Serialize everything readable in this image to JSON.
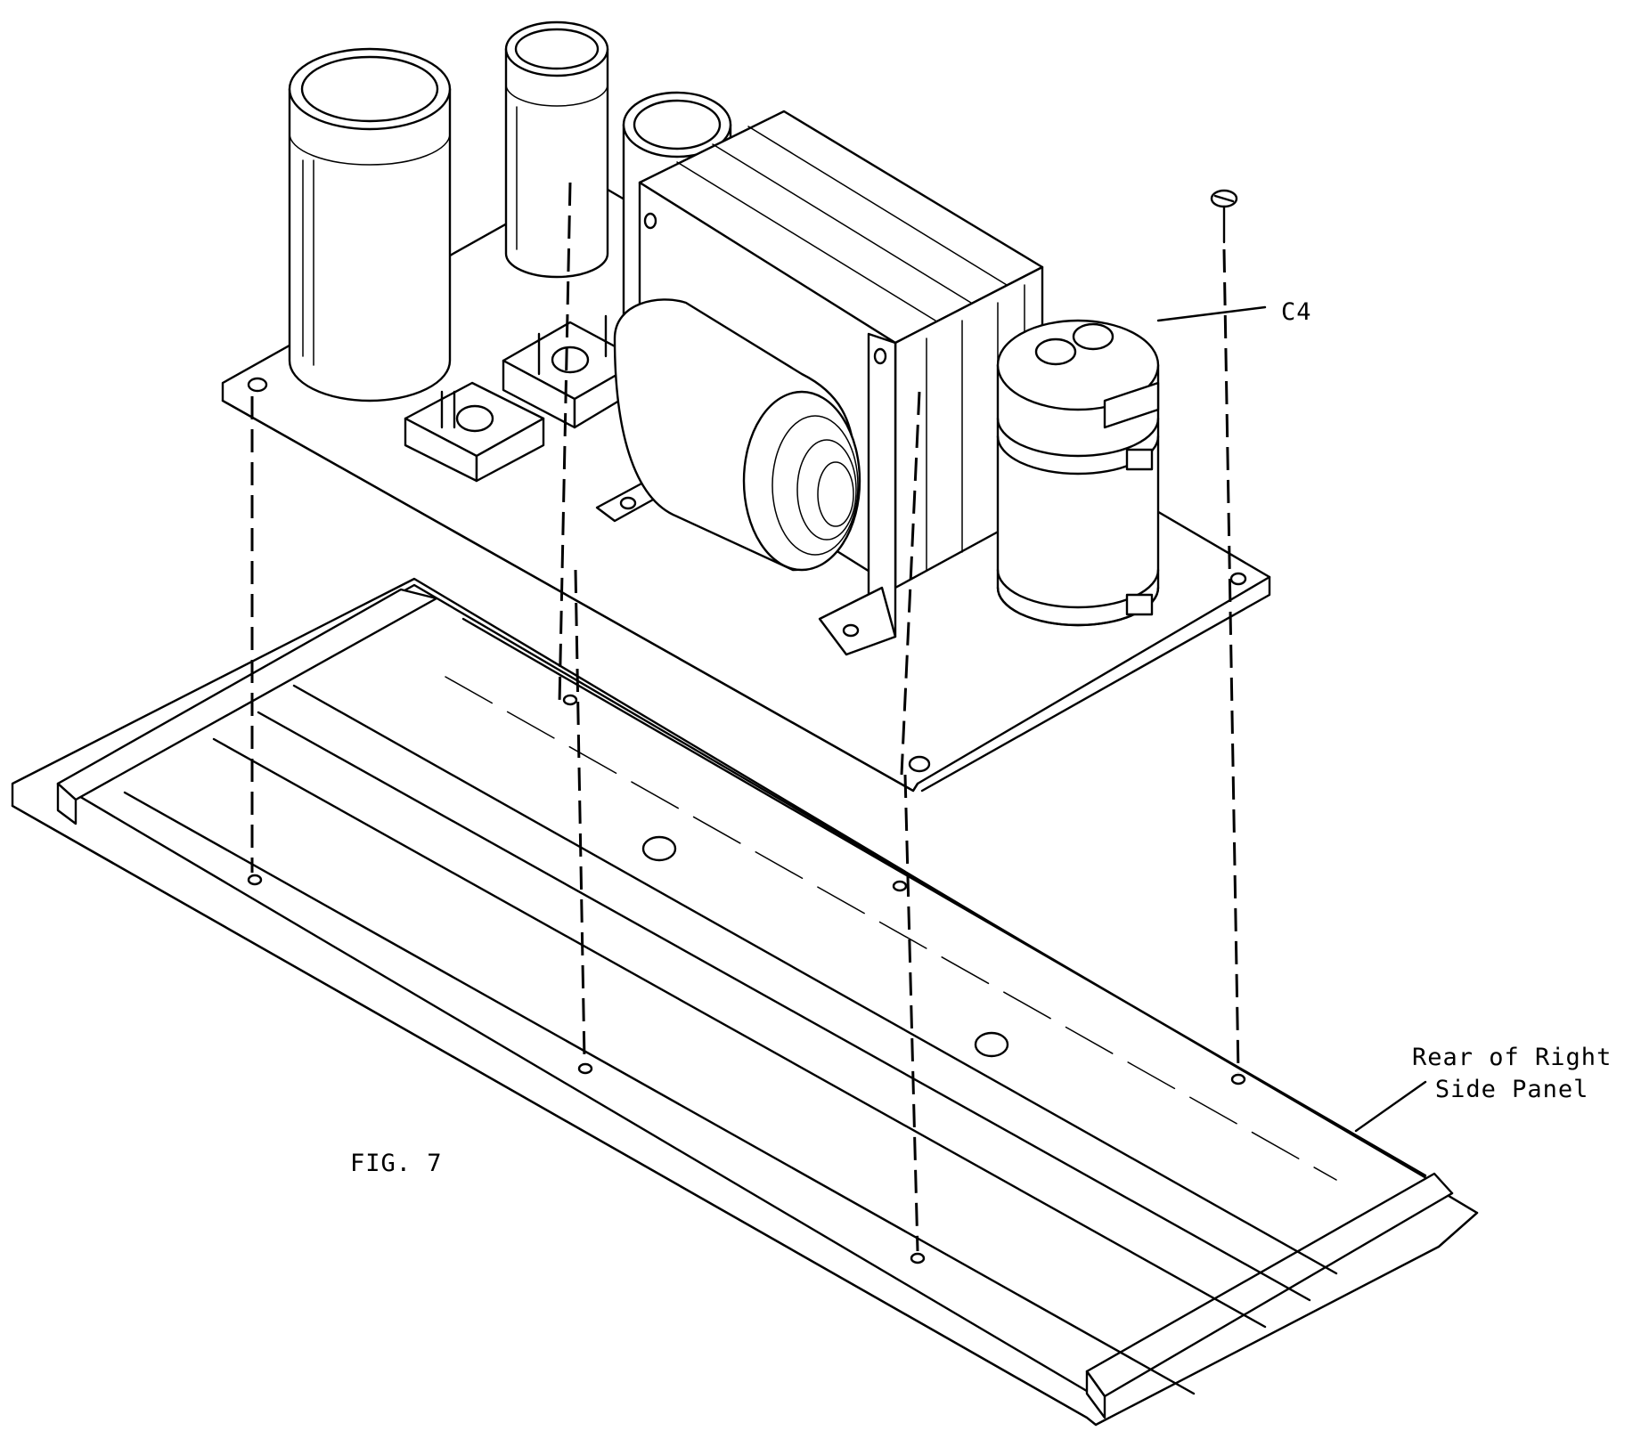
{
  "labels": {
    "c4": "C4",
    "rear_panel_line1": "Rear of Right",
    "rear_panel_line2": "Side Panel",
    "figure": "FIG. 7"
  },
  "icons": [
    "screw-icon",
    "capacitor-icon",
    "transformer-icon",
    "rectifier-icon"
  ],
  "colors": {
    "ink": "#000000",
    "paper": "#ffffff"
  }
}
